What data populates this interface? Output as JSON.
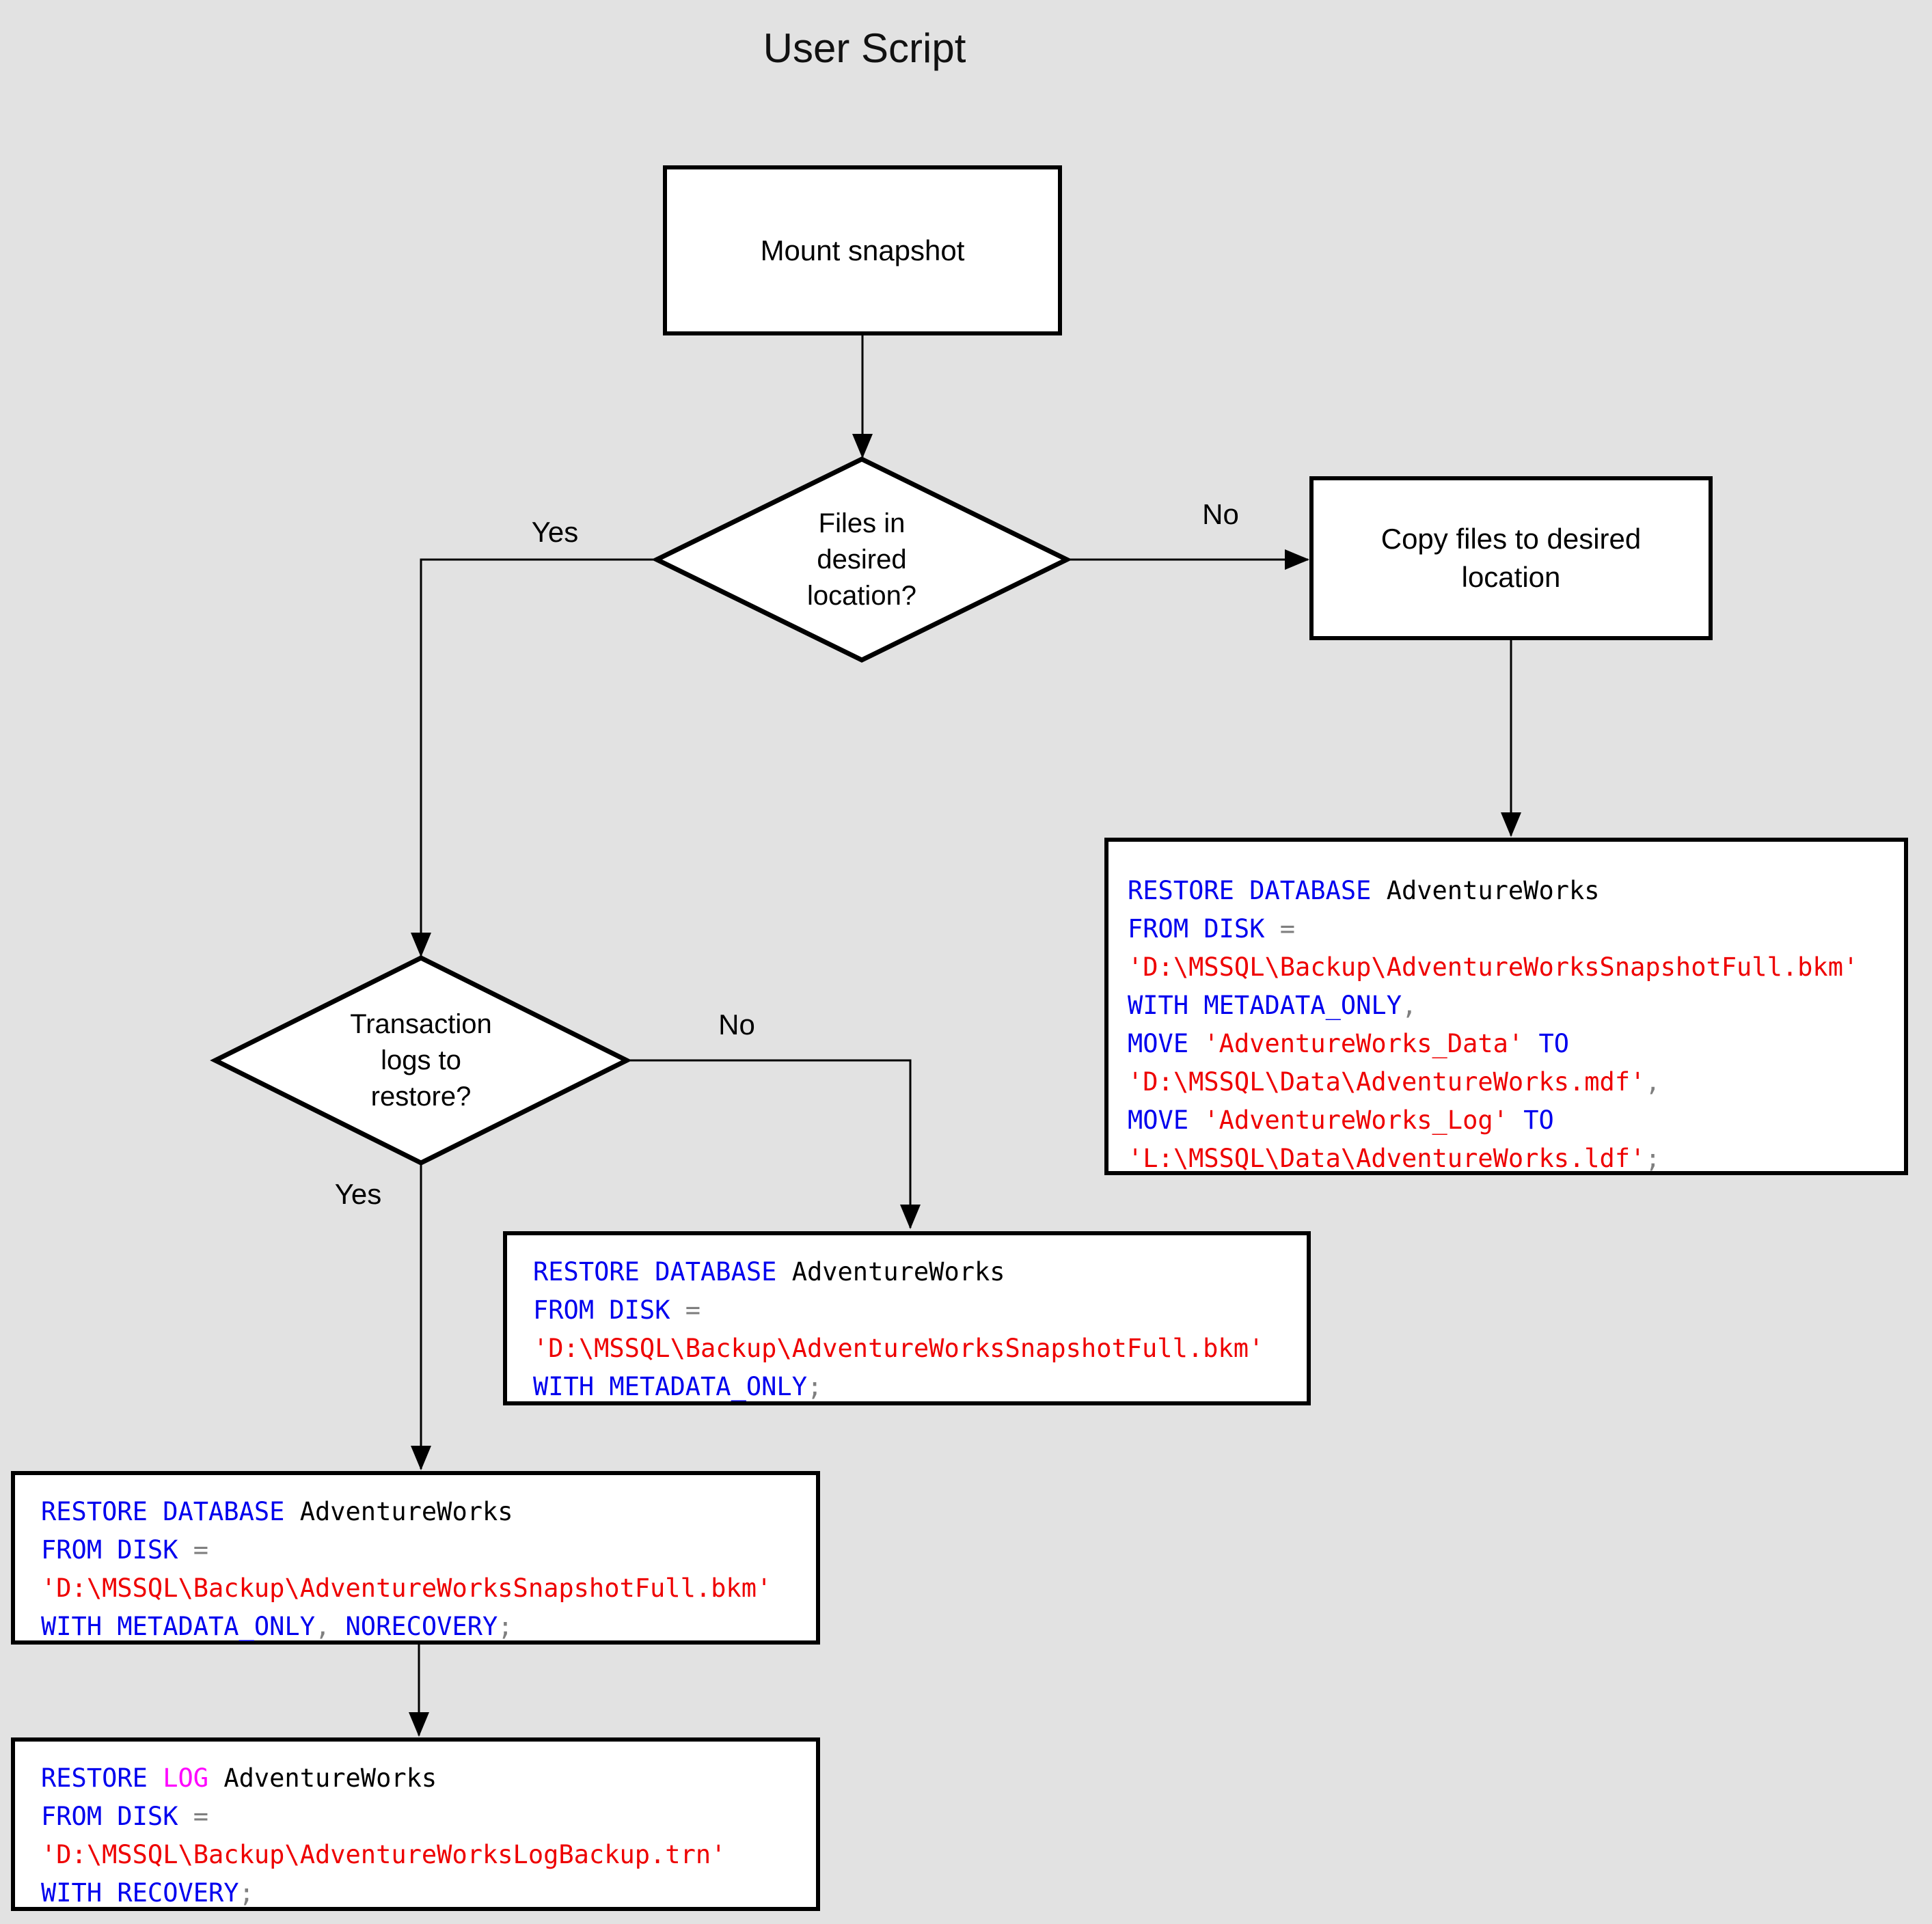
{
  "title": "User Script",
  "colors": {
    "background": "#E2E2E2",
    "node_fill": "#FFFFFF",
    "line": "#000000",
    "keyword": "#0000EE",
    "string": "#EE0000",
    "identifier": "#000000",
    "operator": "#7F7F7F",
    "log_keyword": "#FF00FF"
  },
  "nodes": {
    "mount": {
      "label": "Mount snapshot"
    },
    "files_decision": {
      "lines": [
        "Files in",
        "desired",
        "location?"
      ]
    },
    "copy": {
      "lines": [
        "Copy files to desired",
        "location"
      ]
    },
    "logs_decision": {
      "lines": [
        "Transaction",
        "logs to",
        "restore?"
      ]
    }
  },
  "edge_labels": {
    "files_yes": "Yes",
    "files_no": "No",
    "logs_yes": "Yes",
    "logs_no": "No"
  },
  "code_boxes": {
    "restore_move": {
      "lines": [
        [
          [
            "kw",
            "RESTORE DATABASE"
          ],
          [
            "id",
            " AdventureWorks"
          ]
        ],
        [
          [
            "kw",
            "FROM DISK"
          ],
          [
            "op",
            " ="
          ]
        ],
        [
          [
            "str",
            "'D:\\MSSQL\\Backup\\AdventureWorksSnapshotFull.bkm'"
          ]
        ],
        [
          [
            "kw",
            "WITH METADATA_ONLY"
          ],
          [
            "op",
            ","
          ]
        ],
        [
          [
            "kw",
            "MOVE "
          ],
          [
            "str",
            "'AdventureWorks_Data'"
          ],
          [
            "kw",
            " TO"
          ]
        ],
        [
          [
            "str",
            "'D:\\MSSQL\\Data\\AdventureWorks.mdf'"
          ],
          [
            "op",
            ","
          ]
        ],
        [
          [
            "kw",
            "MOVE "
          ],
          [
            "str",
            "'AdventureWorks_Log'"
          ],
          [
            "kw",
            " TO"
          ]
        ],
        [
          [
            "str",
            "'L:\\MSSQL\\Data\\AdventureWorks.ldf'"
          ],
          [
            "op",
            ";"
          ]
        ]
      ]
    },
    "restore_metadata": {
      "lines": [
        [
          [
            "kw",
            "RESTORE DATABASE"
          ],
          [
            "id",
            " AdventureWorks"
          ]
        ],
        [
          [
            "kw",
            "FROM DISK"
          ],
          [
            "op",
            " ="
          ]
        ],
        [
          [
            "str",
            "'D:\\MSSQL\\Backup\\AdventureWorksSnapshotFull.bkm'"
          ]
        ],
        [
          [
            "kw",
            "WITH METADATA_ONLY"
          ],
          [
            "op",
            ";"
          ]
        ]
      ]
    },
    "restore_norecovery": {
      "lines": [
        [
          [
            "kw",
            "RESTORE DATABASE"
          ],
          [
            "id",
            " AdventureWorks"
          ]
        ],
        [
          [
            "kw",
            "FROM DISK"
          ],
          [
            "op",
            " ="
          ]
        ],
        [
          [
            "str",
            "'D:\\MSSQL\\Backup\\AdventureWorksSnapshotFull.bkm'"
          ]
        ],
        [
          [
            "kw",
            "WITH METADATA_ONLY"
          ],
          [
            "op",
            ","
          ],
          [
            "kw",
            " NORECOVERY"
          ],
          [
            "op",
            ";"
          ]
        ]
      ]
    },
    "restore_log": {
      "lines": [
        [
          [
            "kw",
            "RESTORE "
          ],
          [
            "log",
            "LOG"
          ],
          [
            "id",
            " AdventureWorks"
          ]
        ],
        [
          [
            "kw",
            "FROM DISK"
          ],
          [
            "op",
            " ="
          ]
        ],
        [
          [
            "str",
            "'D:\\MSSQL\\Backup\\AdventureWorksLogBackup.trn'"
          ]
        ],
        [
          [
            "kw",
            "WITH RECOVERY"
          ],
          [
            "op",
            ";"
          ]
        ]
      ]
    }
  }
}
